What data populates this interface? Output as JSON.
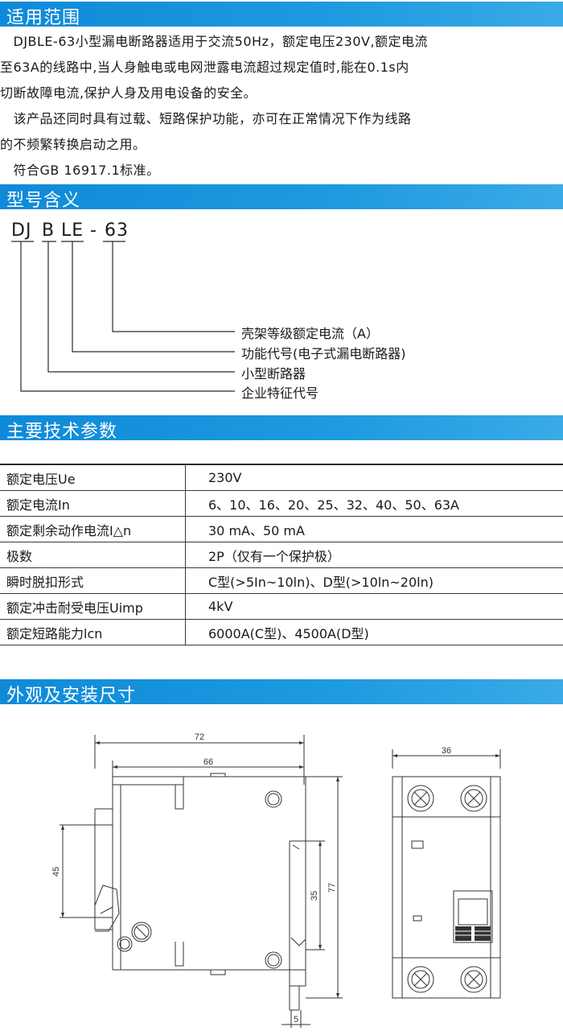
{
  "sections": {
    "scope": "适用范围",
    "model": "型号含义",
    "tech": "主要技术参数",
    "dims": "外观及安装尺寸"
  },
  "scope_text": {
    "line1": "　DJBLE-63小型漏电断路器适用于交流50Hz，额定电压230V,额定电流",
    "line2": "至63A的线路中,当人身触电或电网泄露电流超过规定值时,能在0.1s内",
    "line3": "切断故障电流,保护人身及用电设备的安全。",
    "line4": "　该产品还同时具有过载、短路保护功能，亦可在正常情况下作为线路",
    "line5": "的不频繁转换启动之用。",
    "line6": "　符合GB 16917.1标准。"
  },
  "model_code": {
    "part1": "DJ",
    "part2": "B",
    "part3": "LE",
    "dash": "-",
    "part4": "63"
  },
  "model_labels": {
    "l1": "壳架等级额定电流（A）",
    "l2": "功能代号(电子式漏电断路器)",
    "l3": "小型断路器",
    "l4": "企业特征代号"
  },
  "specs": [
    {
      "key": "额定电压Ue",
      "value": "230V"
    },
    {
      "key": "额定电流In",
      "value": "6、10、16、20、25、32、40、50、63A"
    },
    {
      "key": "额定剩余动作电流I△n",
      "value": "30 mA、50 mA"
    },
    {
      "key": "极数",
      "value": "2P（仅有一个保护极）"
    },
    {
      "key": "瞬时脱扣形式",
      "value": "C型(>5In~10ln)、D型(>10ln~20ln)"
    },
    {
      "key": "额定冲击耐受电压Uimp",
      "value": "4kV"
    },
    {
      "key": "额定短路能力lcn",
      "value": "6000A(C型)、4500A(D型)"
    }
  ],
  "dimensions": {
    "d72": "72",
    "d66": "66",
    "d45": "45",
    "d35": "35",
    "d77": "77",
    "d5": "5",
    "d36": "36"
  },
  "colors": {
    "header_bg": "#1e9ae0",
    "header_text": "#ffffff"
  }
}
